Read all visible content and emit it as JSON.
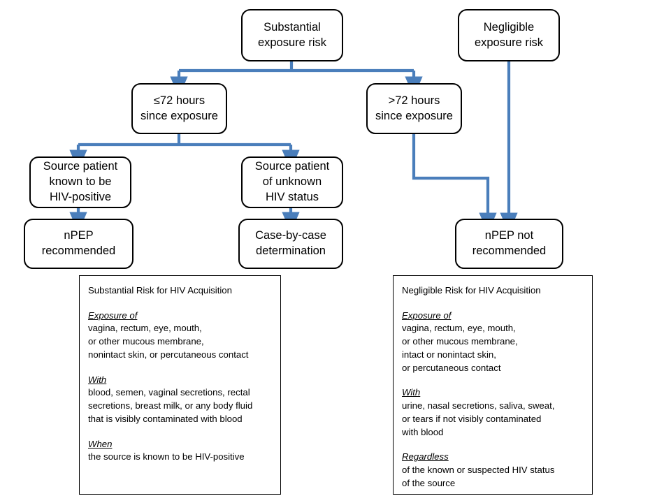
{
  "diagram": {
    "title": "nPEP decision flowchart",
    "accent_color": "#4A7EBB",
    "outline_color": "#000000",
    "background_color": "#FFFFFF",
    "nodes": [
      {
        "id": "substantial-exposure-risk",
        "label": "Substantial\nexposure risk"
      },
      {
        "id": "negligible-exposure-risk",
        "label": "Negligible\nexposure risk"
      },
      {
        "id": "within-72-hours",
        "label": "≤72 hours\nsince exposure"
      },
      {
        "id": "after-72-hours",
        "label": ">72 hours\nsince exposure"
      },
      {
        "id": "source-hiv-positive",
        "label": "Source patient\nknown to be\nHIV-positive"
      },
      {
        "id": "source-unknown-status",
        "label": "Source patient\nof unknown\nHIV status"
      },
      {
        "id": "npep-recommended",
        "label": "nPEP\nrecommended"
      },
      {
        "id": "case-by-case",
        "label": "Case-by-case\ndetermination"
      },
      {
        "id": "npep-not-recommended",
        "label": "nPEP not\nrecommended"
      }
    ]
  },
  "panels": {
    "substantial": {
      "title": "Substantial Risk for HIV Acquisition",
      "groups": [
        {
          "head": "Exposure of",
          "body": "vagina, rectum, eye, mouth,\nor other mucous membrane,\nnonintact skin, or percutaneous contact"
        },
        {
          "head": "With",
          "body": "blood, semen, vaginal secretions, rectal\nsecretions, breast milk, or any body fluid\nthat is visibly contaminated with blood"
        },
        {
          "head": "When",
          "body": "the source is known to be HIV-positive"
        }
      ]
    },
    "negligible": {
      "title": "Negligible Risk for HIV Acquisition",
      "groups": [
        {
          "head": "Exposure of",
          "body": "vagina, rectum, eye, mouth,\nor other mucous membrane,\nintact or nonintact skin,\nor percutaneous contact"
        },
        {
          "head": "With",
          "body": "urine, nasal secretions, saliva, sweat,\nor tears if not visibly contaminated\nwith blood"
        },
        {
          "head": "Regardless",
          "body": "of the known or suspected HIV status\nof the source"
        }
      ]
    }
  }
}
